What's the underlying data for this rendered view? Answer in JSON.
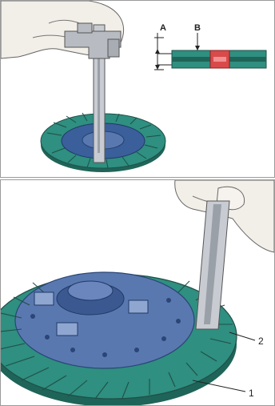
{
  "top_panel": {
    "inset": {
      "dimension_label_a": "A",
      "dimension_label_b": "B"
    }
  },
  "bottom_panel": {
    "callout_1": "1",
    "callout_2": "2"
  },
  "colors": {
    "lining": "#2f8f80",
    "lining_dark": "#1f6458",
    "hub": "#5a78b0",
    "hub_dark": "#3c5890",
    "red_insert": "#d94a4a",
    "steel": "#b8bcc2"
  }
}
